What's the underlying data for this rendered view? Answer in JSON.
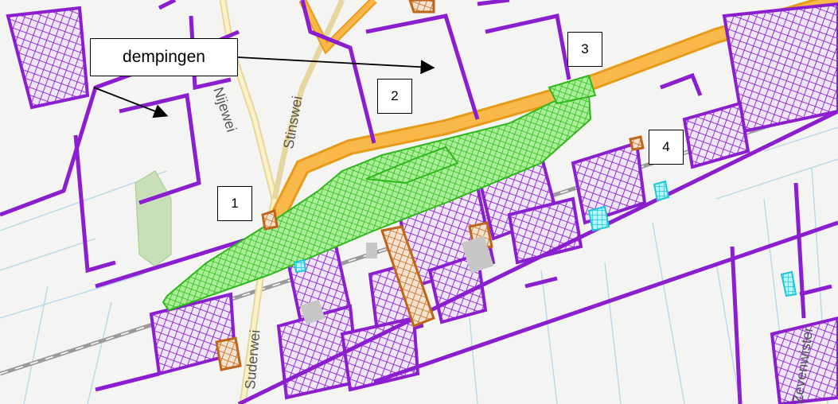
{
  "map": {
    "legend_label": "dempingen",
    "markers": [
      {
        "id": "1",
        "label": "1"
      },
      {
        "id": "2",
        "label": "2"
      },
      {
        "id": "3",
        "label": "3"
      },
      {
        "id": "4",
        "label": "4"
      }
    ],
    "streets": [
      "Nijewei",
      "Stinswei",
      "Suderwei",
      "Zevenwister"
    ],
    "colors": {
      "background": "#f4f4f2",
      "parcel_purple": "#8b1fd0",
      "demping_green": "#3fd12a",
      "highway_orange": "#f5a623",
      "brown": "#c0661a",
      "cyan": "#1fc6d6",
      "field_line": "#b9d9e8",
      "railway": "#9a9a9a"
    }
  }
}
